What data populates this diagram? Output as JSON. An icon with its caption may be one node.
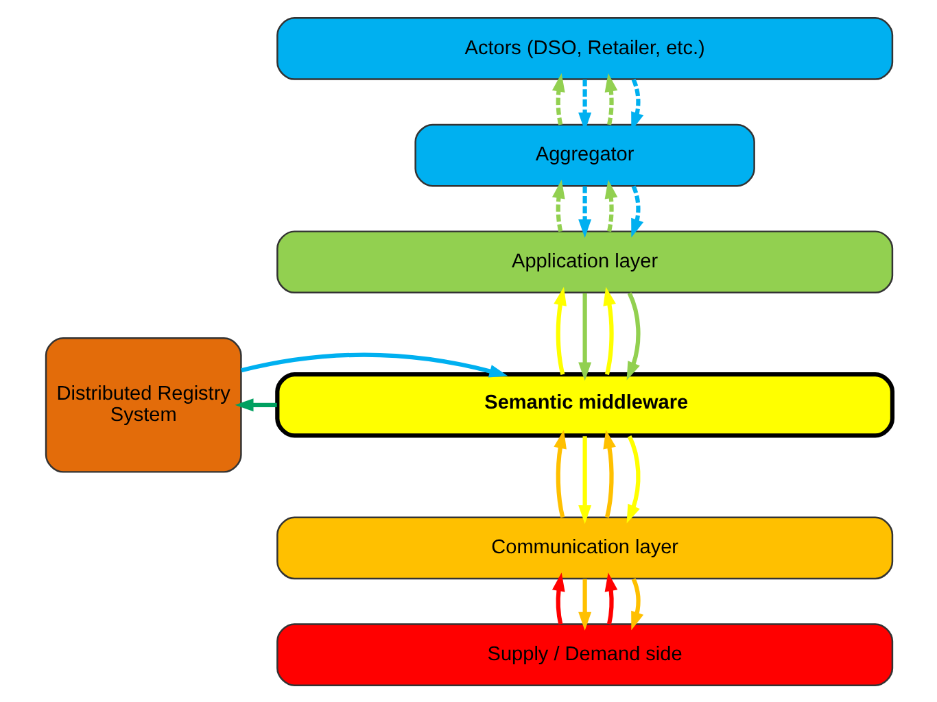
{
  "diagram": {
    "nodes": [
      {
        "text": [
          "Actors (DSO, Retailer, etc.)"
        ]
      },
      {
        "text": [
          "Aggregator"
        ]
      },
      {
        "text": [
          "Application layer"
        ]
      },
      {
        "text": [
          "Distributed Registry System"
        ]
      },
      {
        "text": [
          "Semantic middleware"
        ]
      },
      {
        "text": [
          "Communication layer"
        ]
      },
      {
        "text": [
          "Supply / Demand side"
        ]
      }
    ],
    "edges": [
      {
        "from": 1,
        "to": 0,
        "arrow": "to",
        "style": "dashed",
        "color": "#92d050"
      },
      {
        "from": 0,
        "to": 1,
        "arrow": "to",
        "style": "dashed",
        "color": "#00b0f0"
      },
      {
        "from": 1,
        "to": 0,
        "arrow": "to",
        "style": "dashed",
        "color": "#92d050"
      },
      {
        "from": 0,
        "to": 1,
        "arrow": "to",
        "style": "dashed",
        "color": "#00b0f0"
      },
      {
        "from": 2,
        "to": 1,
        "arrow": "to",
        "style": "dashed",
        "color": "#92d050"
      },
      {
        "from": 1,
        "to": 2,
        "arrow": "to",
        "style": "dashed",
        "color": "#00b0f0"
      },
      {
        "from": 2,
        "to": 1,
        "arrow": "to",
        "style": "dashed",
        "color": "#92d050"
      },
      {
        "from": 1,
        "to": 2,
        "arrow": "to",
        "style": "dashed",
        "color": "#00b0f0"
      },
      {
        "from": 4,
        "to": 2,
        "arrow": "to",
        "color": "#ffff00"
      },
      {
        "from": 2,
        "to": 4,
        "arrow": "to",
        "color": "#92d050"
      },
      {
        "from": 4,
        "to": 2,
        "arrow": "to",
        "color": "#ffff00"
      },
      {
        "from": 2,
        "to": 4,
        "arrow": "to",
        "color": "#92d050"
      },
      {
        "from": 4,
        "to": 3,
        "arrow": "to",
        "color": "#00a060"
      },
      {
        "from": 3,
        "to": 4,
        "arrow": "to",
        "color": "#00b0f0"
      },
      {
        "from": 5,
        "to": 4,
        "arrow": "to",
        "color": "#ffc000"
      },
      {
        "from": 4,
        "to": 5,
        "arrow": "to",
        "color": "#ffff00"
      },
      {
        "from": 5,
        "to": 4,
        "arrow": "to",
        "color": "#ffc000"
      },
      {
        "from": 4,
        "to": 5,
        "arrow": "to",
        "color": "#ffff00"
      },
      {
        "from": 6,
        "to": 5,
        "arrow": "to",
        "color": "#ff0000"
      },
      {
        "from": 5,
        "to": 6,
        "arrow": "to",
        "color": "#ffc000"
      },
      {
        "from": 6,
        "to": 5,
        "arrow": "to",
        "color": "#ff0000"
      },
      {
        "from": 5,
        "to": 6,
        "arrow": "to",
        "color": "#ffc000"
      }
    ]
  }
}
